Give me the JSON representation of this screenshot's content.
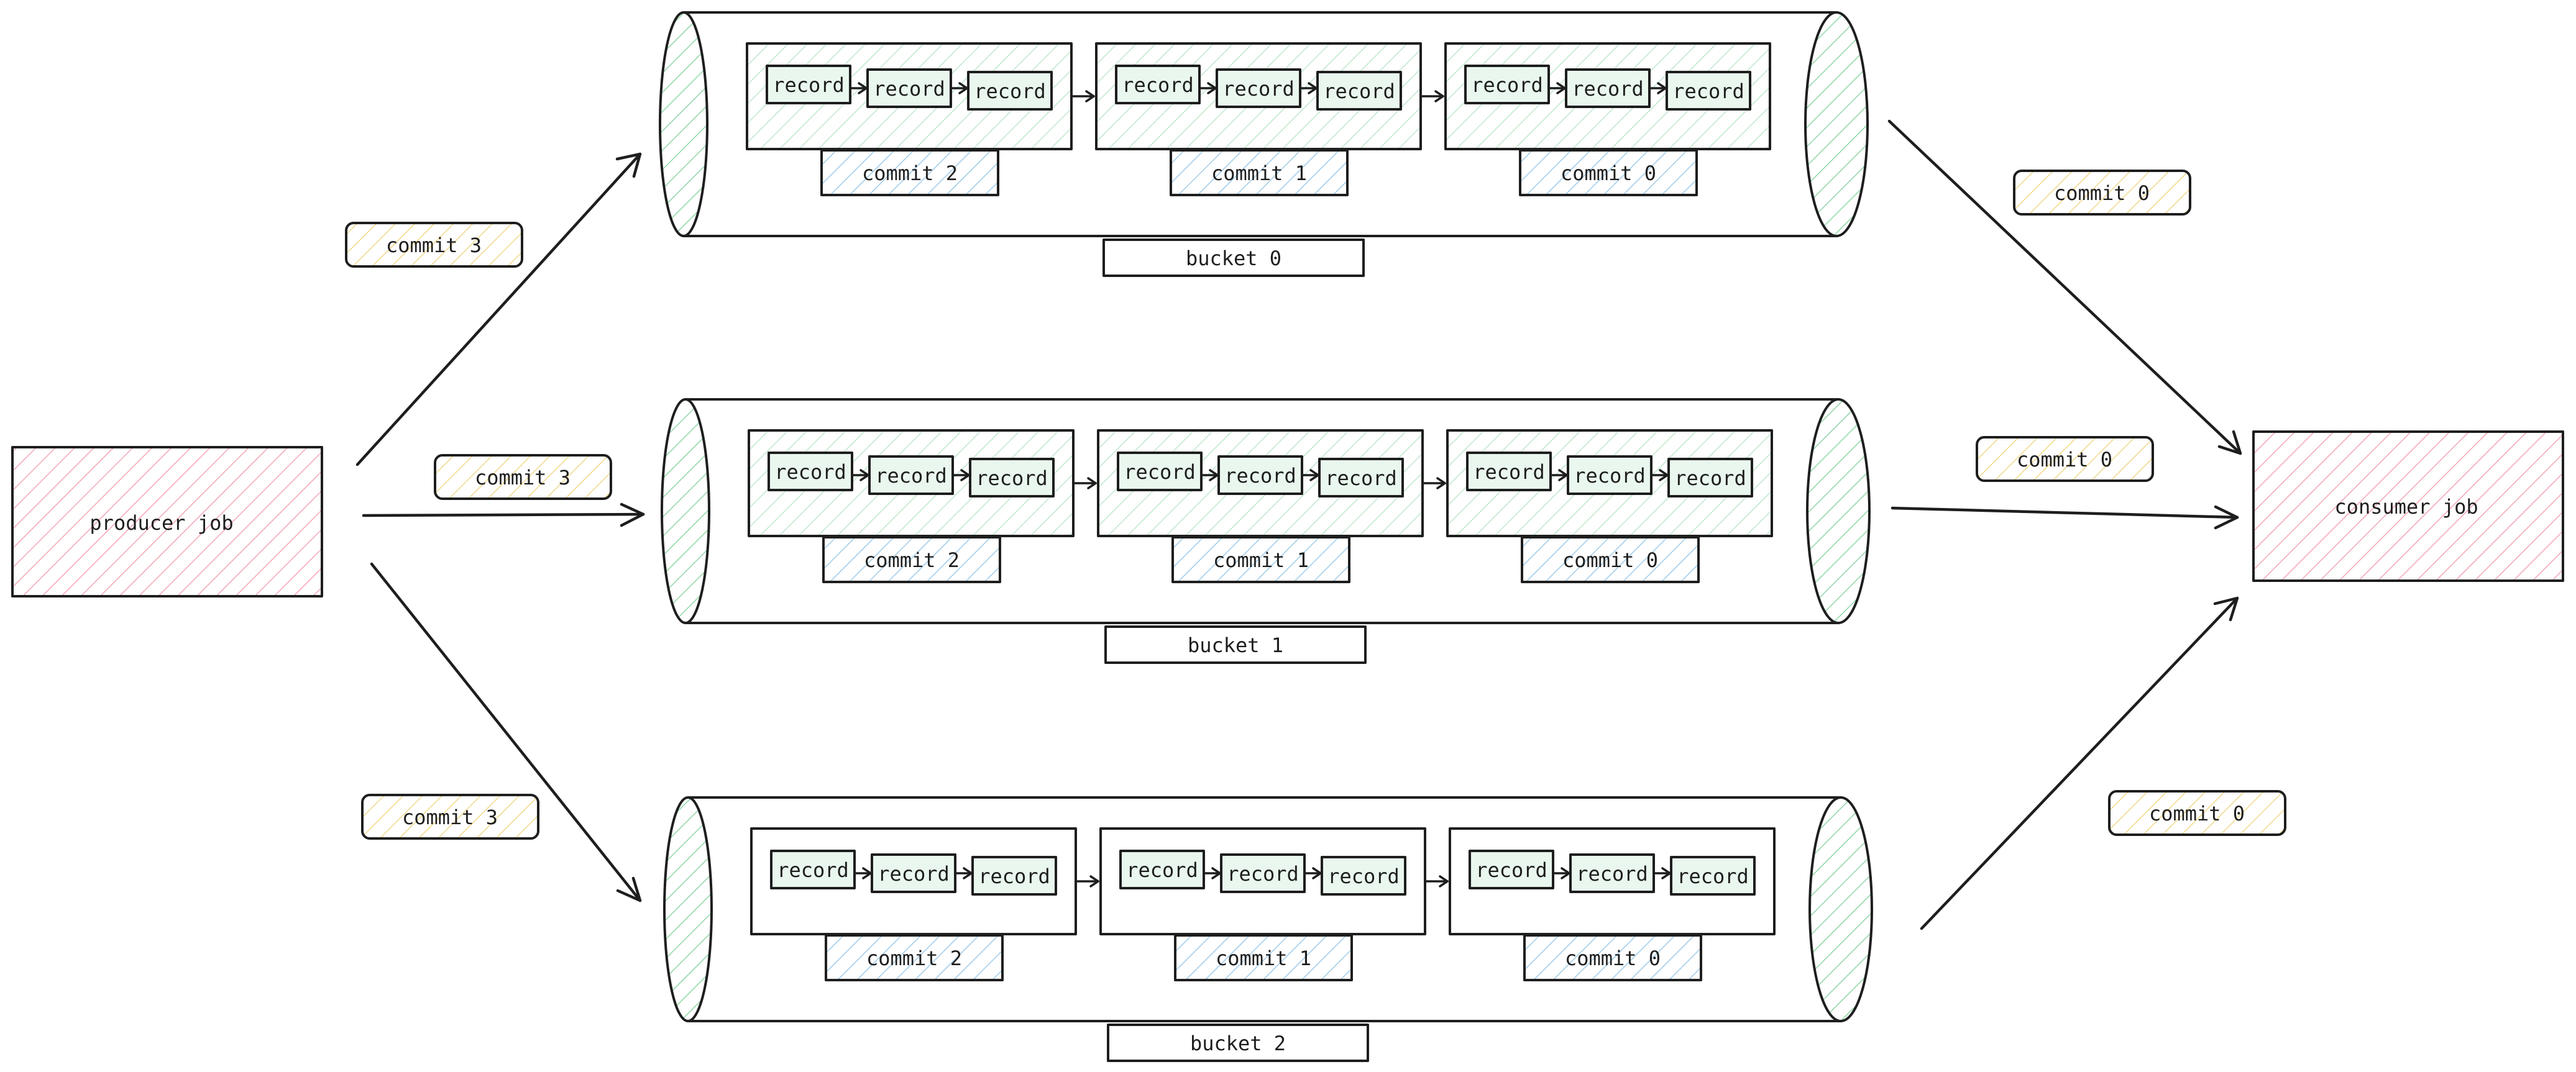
{
  "producer": {
    "label": "producer job"
  },
  "consumer": {
    "label": "consumer job"
  },
  "inbound_labels": [
    "commit 3",
    "commit 3",
    "commit 3"
  ],
  "outbound_labels": [
    "commit 0",
    "commit 0",
    "commit 0"
  ],
  "buckets": [
    {
      "name": "bucket 0",
      "shaded": true,
      "commits": [
        {
          "label": "commit 2",
          "records": [
            "record",
            "record",
            "record"
          ]
        },
        {
          "label": "commit 1",
          "records": [
            "record",
            "record",
            "record"
          ]
        },
        {
          "label": "commit 0",
          "records": [
            "record",
            "record",
            "record"
          ]
        }
      ]
    },
    {
      "name": "bucket 1",
      "shaded": true,
      "commits": [
        {
          "label": "commit 2",
          "records": [
            "record",
            "record",
            "record"
          ]
        },
        {
          "label": "commit 1",
          "records": [
            "record",
            "record",
            "record"
          ]
        },
        {
          "label": "commit 0",
          "records": [
            "record",
            "record",
            "record"
          ]
        }
      ]
    },
    {
      "name": "bucket 2",
      "shaded": false,
      "commits": [
        {
          "label": "commit 2",
          "records": [
            "record",
            "record",
            "record"
          ]
        },
        {
          "label": "commit 1",
          "records": [
            "record",
            "record",
            "record"
          ]
        },
        {
          "label": "commit 0",
          "records": [
            "record",
            "record",
            "record"
          ]
        }
      ]
    }
  ],
  "colors": {
    "stroke": "#1e1e1e",
    "job_hatch": "#f4a6b4",
    "chip_hatch": "#f2d88a",
    "bucket_hatch": "#8fd6a8",
    "commit_hatch": "#9fcbea",
    "group_fill": "#e9f7ee",
    "record_fill": "#e9f7ee"
  }
}
